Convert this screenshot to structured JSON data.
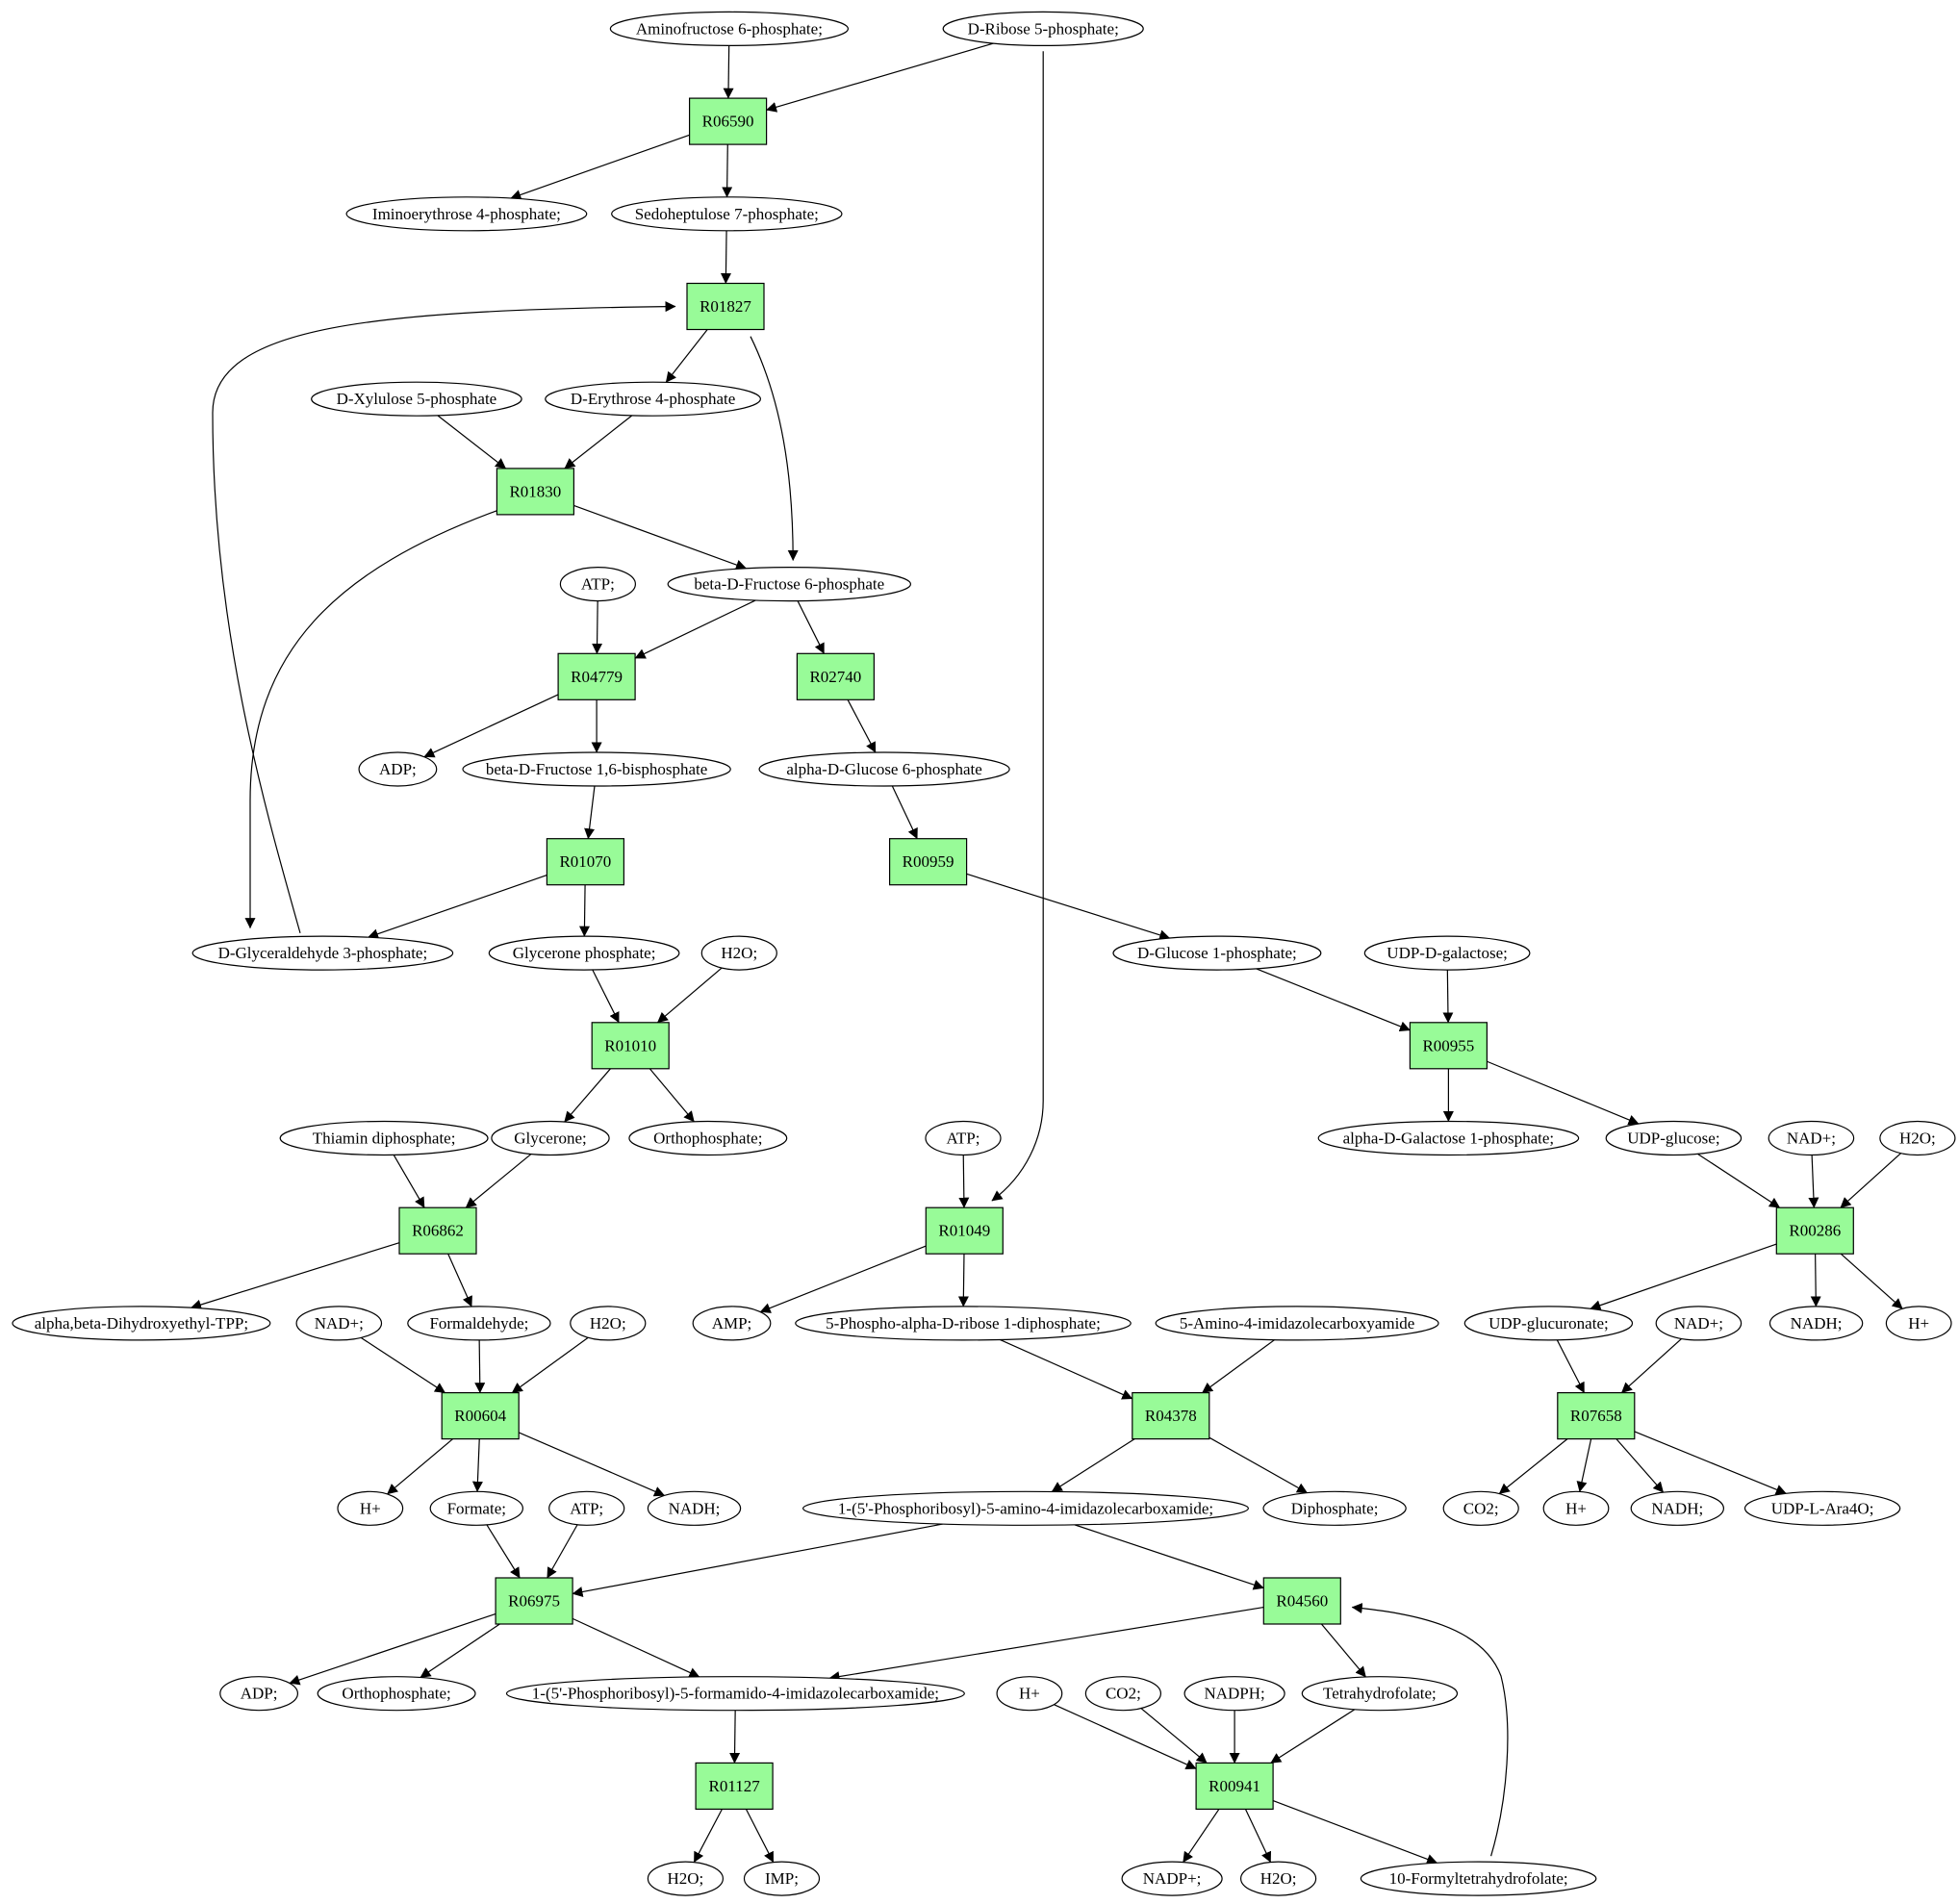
{
  "colors": {
    "reaction_fill": "#98fb98",
    "start_fill": "#00ee00",
    "end_fill": "#ffff00",
    "compound_fill": "#ffffff"
  },
  "compounds": {
    "aminofructose": "Aminofructose 6-phosphate;",
    "ribose5p": "D-Ribose 5-phosphate;",
    "iminoerythrose": "Iminoerythrose 4-phosphate;",
    "sedoheptulose": "Sedoheptulose 7-phosphate;",
    "xylulose": "D-Xylulose 5-phosphate",
    "erythrose": "D-Erythrose 4-phosphate",
    "atp1": "ATP;",
    "f6p": "beta-D-Fructose 6-phosphate",
    "adp1": "ADP;",
    "fbp": "beta-D-Fructose 1,6-bisphosphate",
    "g6p": "alpha-D-Glucose 6-phosphate",
    "gap": "D-Glyceraldehyde 3-phosphate;",
    "dhap": "Glycerone phosphate;",
    "h2o1": "H2O;",
    "g1p": "D-Glucose 1-phosphate;",
    "udpgal": "UDP-D-galactose;",
    "thiamin": "Thiamin diphosphate;",
    "glycerone": "Glycerone;",
    "ortho1": "Orthophosphate;",
    "atp2": "ATP;",
    "gal1p": "alpha-D-Galactose 1-phosphate;",
    "udpglc": "UDP-glucose;",
    "nad1": "NAD+;",
    "h2o2": "H2O;",
    "dhetpp": "alpha,beta-Dihydroxyethyl-TPP;",
    "nad2": "NAD+;",
    "formaldehyde": "Formaldehyde;",
    "h2o3": "H2O;",
    "amp": "AMP;",
    "prpp": "5-Phospho-alpha-D-ribose 1-diphosphate;",
    "aica": "5-Amino-4-imidazolecarboxyamide",
    "udpglcur": "UDP-glucuronate;",
    "nad3": "NAD+;",
    "nadh1": "NADH;",
    "hplus1": "H+",
    "hplus2": "H+",
    "formate": "Formate;",
    "atp3": "ATP;",
    "nadh2": "NADH;",
    "aicar": "1-(5'-Phosphoribosyl)-5-amino-4-imidazolecarboxamide;",
    "diphosphate": "Diphosphate;",
    "co2a": "CO2;",
    "hplus3": "H+",
    "nadh3": "NADH;",
    "udpara": "UDP-L-Ara4O;",
    "adp2": "ADP;",
    "ortho2": "Orthophosphate;",
    "faicar": "1-(5'-Phosphoribosyl)-5-formamido-4-imidazolecarboxamide;",
    "hplus4": "H+",
    "co2b": "CO2;",
    "nadph": "NADPH;",
    "thf": "Tetrahydrofolate;",
    "h2o4": "H2O;",
    "imp": "IMP;",
    "nadp": "NADP+;",
    "h2o5": "H2O;",
    "fthf": "10-Formyltetrahydrofolate;"
  },
  "reactions": {
    "R06590": "R06590",
    "R01827": "R01827",
    "R01830": "R01830",
    "R04779": "R04779",
    "R02740": "R02740",
    "R01070": "R01070",
    "R00959": "R00959",
    "R01010": "R01010",
    "R00955": "R00955",
    "R06862": "R06862",
    "R01049": "R01049",
    "R00286": "R00286",
    "R00604": "R00604",
    "R04378": "R04378",
    "R07658": "R07658",
    "R06975": "R06975",
    "R04560": "R04560",
    "R01127": "R01127",
    "R00941": "R00941"
  }
}
